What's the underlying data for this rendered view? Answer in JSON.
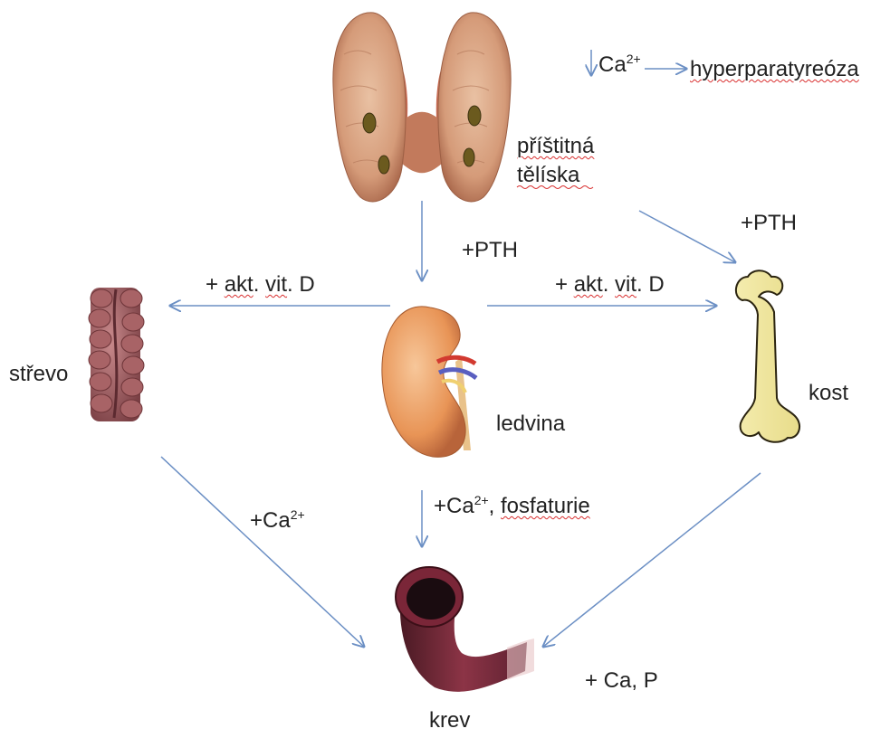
{
  "labels": {
    "ca_top": "Ca",
    "ca_top_sup": "2+",
    "hyper": "hyperparatyreóza",
    "pristitna": "příštitná",
    "teliska": "tělíska",
    "pth_right": "+PTH",
    "pth_center": "+PTH",
    "plus_left": "+ ",
    "akt_left": "akt",
    "vit_left": "vit",
    "dot_left": ".",
    "d_left": " D",
    "plus_right": "+ ",
    "akt_right": "akt",
    "vit_right": "vit",
    "dot_right": ".",
    "d_right": " D",
    "strevo": "střevo",
    "ledvina": "ledvina",
    "kost": "kost",
    "ca_left": "+Ca",
    "ca_left_sup": "2+",
    "ca_center": "+Ca",
    "ca_center_sup": "2+",
    "ca_center_sep": ", ",
    "fosfaturie": "fosfaturie",
    "ca_p": "+ Ca, P",
    "krev": "krev"
  },
  "colors": {
    "arrow": "#6b8fc4",
    "text": "#222222",
    "spellcheck": "#d93030"
  }
}
